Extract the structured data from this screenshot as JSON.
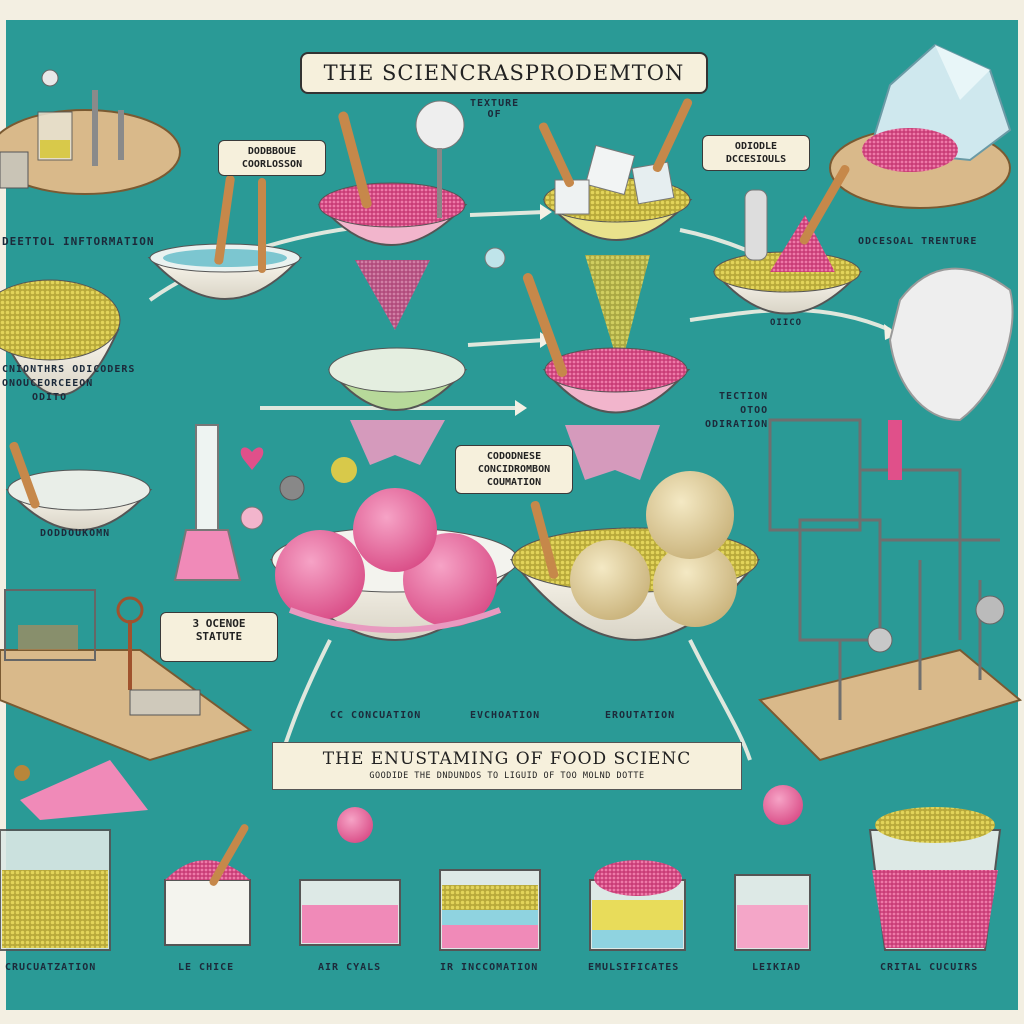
{
  "title": "THE SCIENCRASPRODEMTON",
  "banner": {
    "main": "THE ENUSTAMING OF FOOD SCIENC",
    "sub": "GOODIDE THE DNDUNDOS TO LIGUID OF TOO MOLND DOTTE"
  },
  "labels": {
    "top_left": "DEETTOL INFTORMATION",
    "cooking_box": [
      "DODBBOUE",
      "COORLOSSON"
    ],
    "texture_note": [
      "TEXTURE",
      "OF"
    ],
    "top_right_box": [
      "ODIODLE",
      "DCCESIOULS"
    ],
    "right_texture": "ODCESOAL TRENTURE",
    "left_bowl": [
      "CNIONTHRS ODICODERS",
      "ONOUCEORCEEON",
      "ODITO"
    ],
    "left_bowl_2": "DODDOUKOMN",
    "mid_box": [
      "CODODNESE",
      "CONCIDROMBON",
      "COUMATION"
    ],
    "stature_box": [
      "3 OCENOE",
      "STATUTE"
    ],
    "right_mid": [
      "TECTION",
      "OTOO",
      "ODIRATION"
    ],
    "bowl_tag": "OIICO",
    "arrow_labels": [
      "CC CONCUATION",
      "EVCHOATION",
      "EROUTATION"
    ],
    "bottom_labels": [
      "CRUCUATZATION",
      "LE CHICE",
      "AIR CYALS",
      "IR INCCOMATION",
      "EMULSIFICATES",
      "LEIKIAD",
      "CRITAL CUCUIRS"
    ]
  },
  "colors": {
    "background": "#2a9a96",
    "paper": "#f6f0dc",
    "pink": "#e0508a",
    "yellow": "#d8c94a",
    "wood": "#d9b98a"
  },
  "icons": [
    "ice-cream-scoop-icon",
    "bowl-icon",
    "spoon-icon",
    "test-tube-icon",
    "heart-icon",
    "machine-icon",
    "ice-crystal-icon"
  ]
}
